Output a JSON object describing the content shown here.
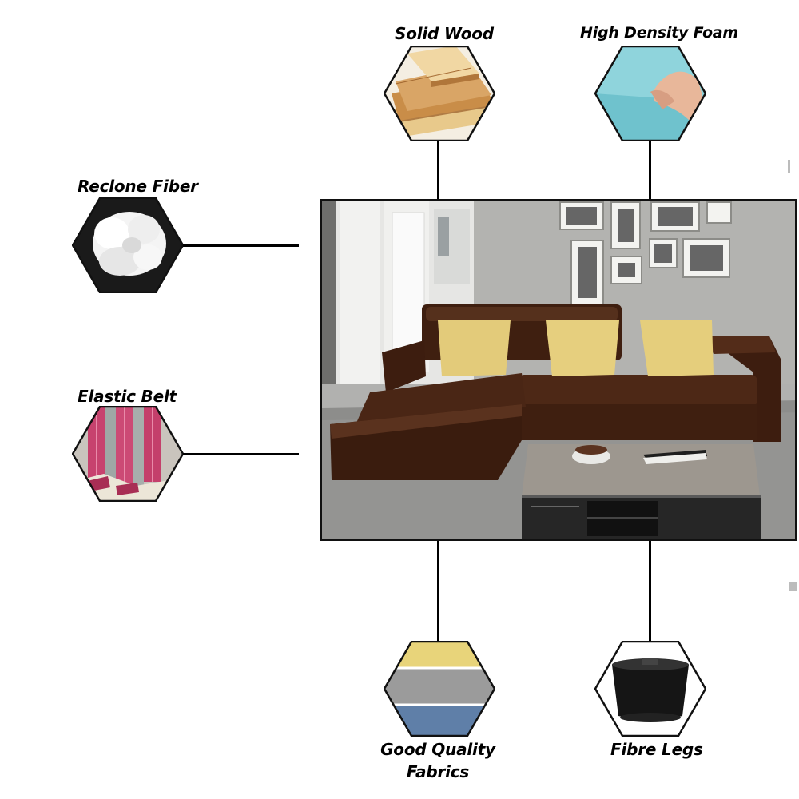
{
  "features": {
    "solid_wood": {
      "label": "Solid Wood",
      "icon": "wood-planks-icon"
    },
    "high_density_foam": {
      "label": "High Density Foam",
      "icon": "foam-block-icon"
    },
    "reclone_fiber": {
      "label": "Reclone Fiber",
      "icon": "fiber-cotton-icon"
    },
    "elastic_belt": {
      "label": "Elastic Belt",
      "icon": "elastic-webbing-icon"
    },
    "fabrics": {
      "label_line1": "Good Quality",
      "label_line2": "Fabrics",
      "icon": "fabric-swatches-icon"
    },
    "fibre_legs": {
      "label": "Fibre Legs",
      "icon": "sofa-leg-icon"
    }
  },
  "product": {
    "image": "brown-l-shaped-sofa-living-room",
    "colors": {
      "sofa": "#4a2615",
      "cushion": "#e6cf7c",
      "wall": "#b9b9b6",
      "floor": "#8a8a88",
      "table_top": "#9a948d",
      "table_base": "#262626"
    }
  }
}
